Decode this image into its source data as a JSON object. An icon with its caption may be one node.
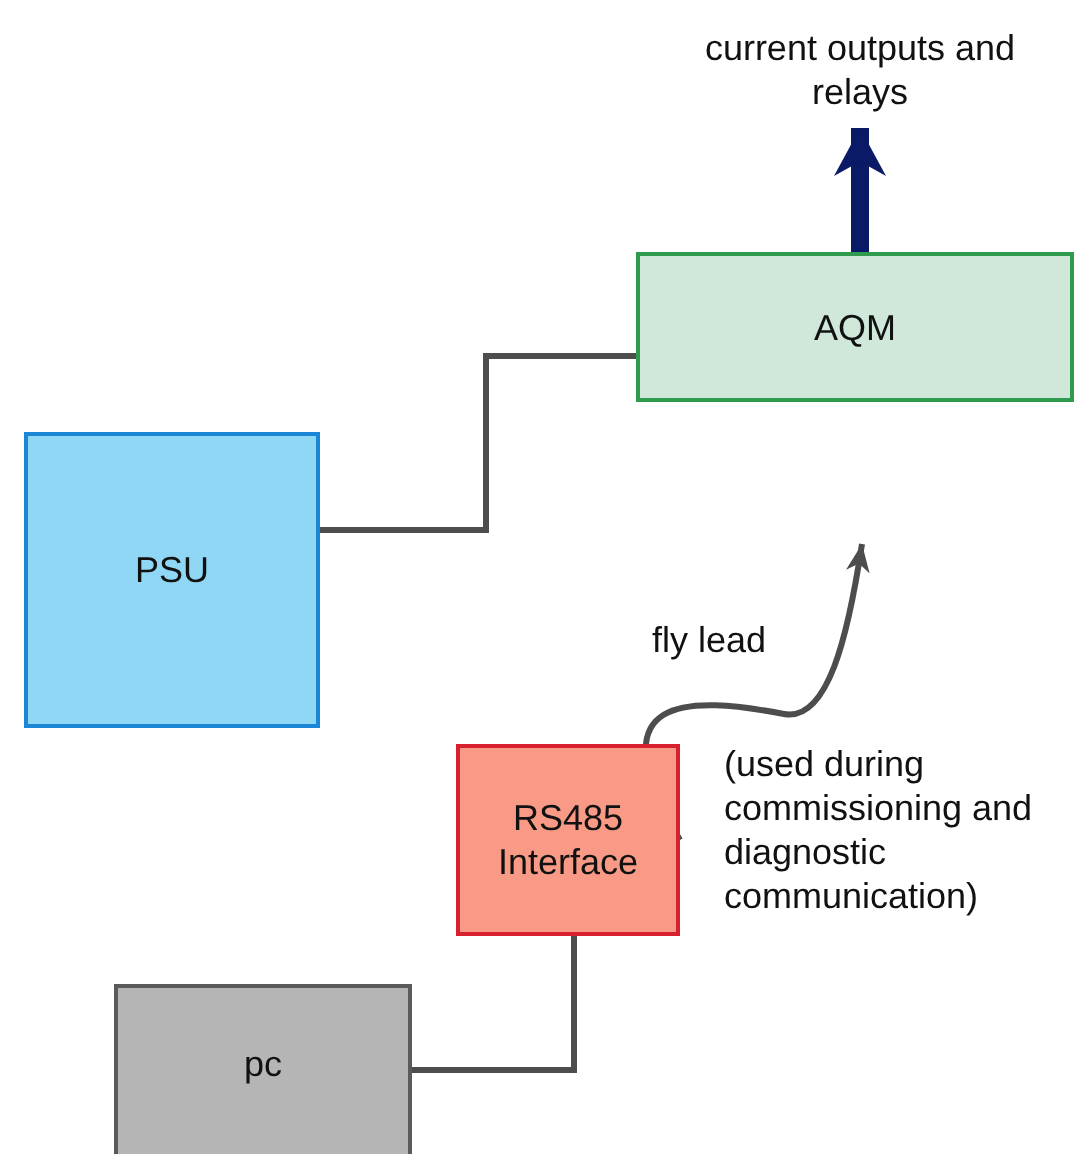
{
  "diagram": {
    "nodes": [
      {
        "text": [
          "current outputs and relays"
        ]
      },
      {
        "text": [
          "AQM"
        ]
      },
      {
        "text": [
          "PSU"
        ]
      },
      {
        "text": [
          "RS485 Interface"
        ],
        "beside": [
          "(used during commissioning and diagnostic communication)"
        ]
      },
      {
        "text": [
          "pc"
        ]
      }
    ],
    "edges": [
      {
        "from": 1,
        "to": 0,
        "arrow": "to",
        "style": "thick",
        "color": "#0b1a66"
      },
      {
        "from": 2,
        "to": 1,
        "arrow": "none"
      },
      {
        "from": 4,
        "to": 3,
        "arrow": "none"
      },
      {
        "from": 3,
        "to": null,
        "arrow": "to",
        "label": "fly lead"
      }
    ]
  }
}
